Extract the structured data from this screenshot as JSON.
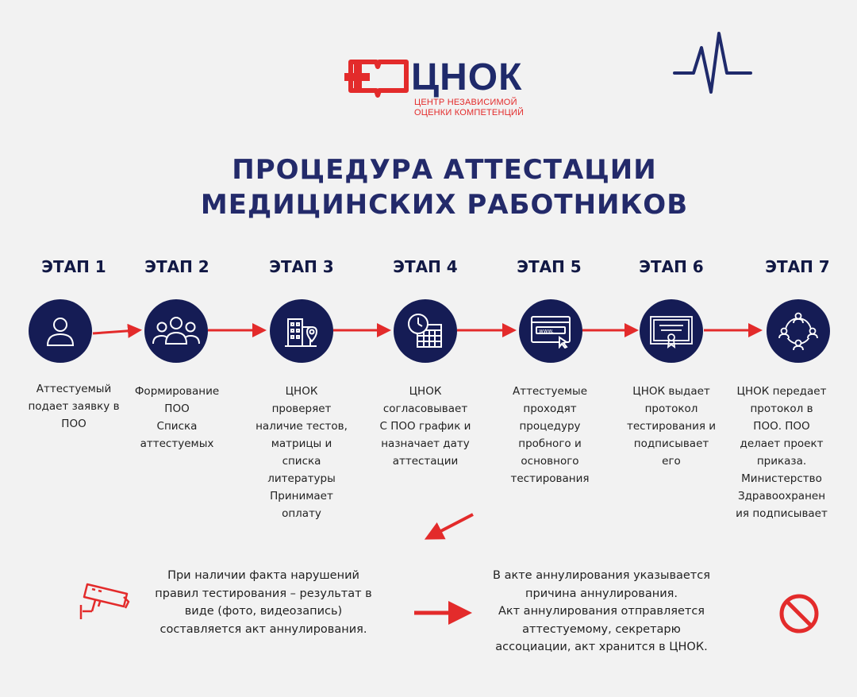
{
  "logo": {
    "word": "ЦНОК",
    "line1": "ЦЕНТР НЕЗАВИСИМОЙ",
    "line2": "ОЦЕНКИ КОМПЕТЕНЦИЙ"
  },
  "title": {
    "line1": "ПРОЦЕДУРА АТТЕСТАЦИИ",
    "line2": "МЕДИЦИНСКИХ РАБОТНИКОВ"
  },
  "colors": {
    "navy": "#151c55",
    "red": "#e32b2b",
    "background": "#f2f2f2"
  },
  "stages": [
    {
      "label": "ЭТАП 1",
      "icon": "person-icon",
      "lines": [
        "Аттестуемый",
        "подает заявку в",
        "ПОО"
      ]
    },
    {
      "label": "ЭТАП 2",
      "icon": "group-icon",
      "lines": [
        "Формирование",
        "ПОО",
        "Списка",
        "аттестуемых"
      ]
    },
    {
      "label": "ЭТАП 3",
      "icon": "building-location-icon",
      "lines": [
        "ЦНОК",
        "проверяет",
        "наличие тестов,",
        "матрицы и",
        "списка",
        "литературы",
        "Принимает",
        "оплату"
      ]
    },
    {
      "label": "ЭТАП 4",
      "icon": "clock-calendar-icon",
      "lines": [
        "ЦНОК",
        "согласовывает",
        "С ПОО график и",
        "назначает дату",
        "аттестации"
      ]
    },
    {
      "label": "ЭТАП 5",
      "icon": "browser-www-icon",
      "lines": [
        "Аттестуемые",
        "проходят",
        "процедуру",
        "пробного и",
        "основного",
        "тестирования"
      ]
    },
    {
      "label": "ЭТАП 6",
      "icon": "certificate-icon",
      "lines": [
        "ЦНОК выдает",
        "протокол",
        "тестирования и",
        "подписывает",
        "его"
      ]
    },
    {
      "label": "ЭТАП 7",
      "icon": "network-people-icon",
      "lines": [
        "ЦНОК передает",
        "протокол в",
        "ПОО. ПОО",
        "делает проект",
        "приказа.",
        "Министерство",
        "Здравоохранен",
        "ия подписывает"
      ]
    }
  ],
  "violation": {
    "lines": [
      "При наличии факта нарушений",
      "правил тестирования – результат в",
      "виде (фото, видеозапись)",
      "составляется акт аннулирования."
    ]
  },
  "annulment": {
    "lines": [
      "В акте аннулирования указывается",
      "причина аннулирования.",
      "Акт аннулирования отправляется",
      "аттестуемому, секретарю",
      "ассоциации, акт хранится в ЦНОК."
    ]
  }
}
